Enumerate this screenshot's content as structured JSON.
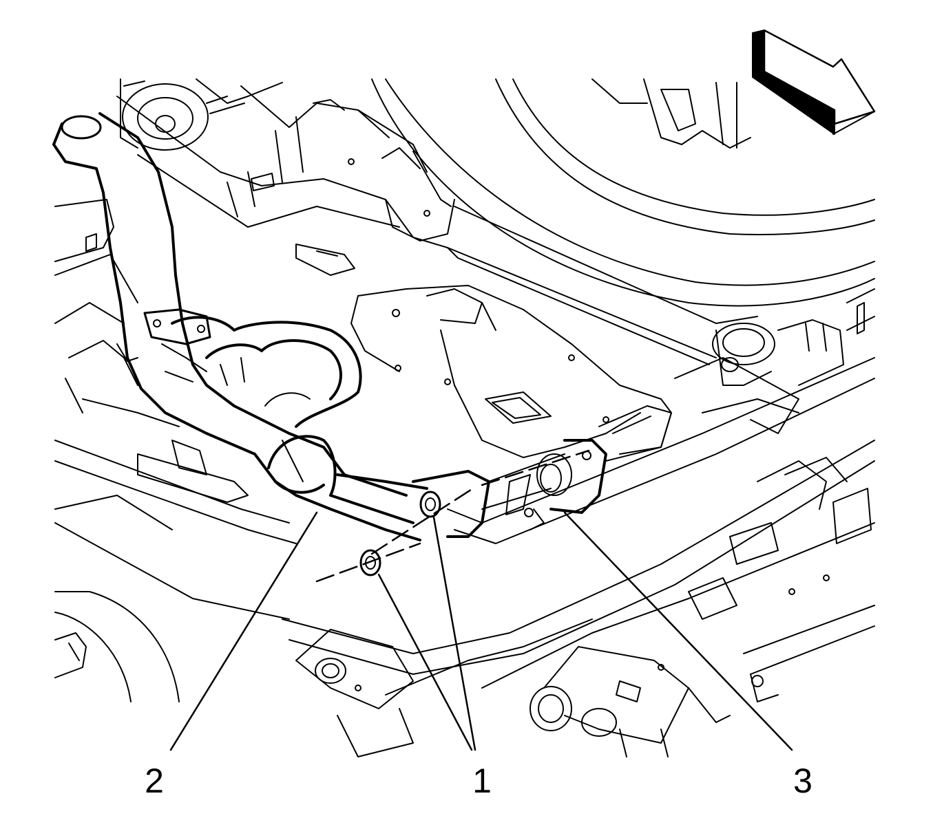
{
  "callouts": [
    {
      "id": "1",
      "label": "1"
    },
    {
      "id": "2",
      "label": "2"
    },
    {
      "id": "3",
      "label": "3"
    }
  ],
  "direction_arrow": {
    "icon": "direction-arrow-icon"
  },
  "colors": {
    "line": "#000000",
    "background": "#ffffff",
    "arrow_dark": "#000000"
  }
}
